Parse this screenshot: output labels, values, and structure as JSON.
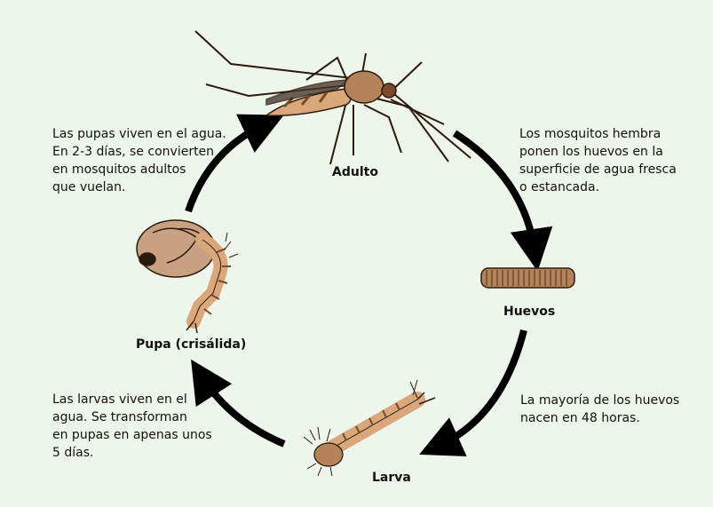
{
  "stages": {
    "adult": "Adulto",
    "eggs": "Huevos",
    "larva": "Larva",
    "pupa": "Pupa (crisálida)"
  },
  "descriptions": {
    "pupa": [
      "Las pupas viven en el agua.",
      "En 2-3 días, se convierten",
      "en mosquitos adultos",
      "que vuelan."
    ],
    "adult": [
      "Los mosquitos hembra",
      "ponen los huevos en la",
      "superficie de agua fresca",
      "o estancada."
    ],
    "eggs": [
      "La mayoría de los huevos",
      "nacen en 48 horas."
    ],
    "larva": [
      "Las larvas viven en el",
      "agua. Se transforman",
      "en pupas en apenas unos",
      "5 días."
    ]
  },
  "colors": {
    "background": "#eef5ea",
    "arrow": "#000000",
    "body": "#d9a77a",
    "body_dark": "#7a4a2a"
  },
  "icons": [
    "mosquito-adult-icon",
    "egg-raft-icon",
    "larva-icon",
    "pupa-icon"
  ]
}
